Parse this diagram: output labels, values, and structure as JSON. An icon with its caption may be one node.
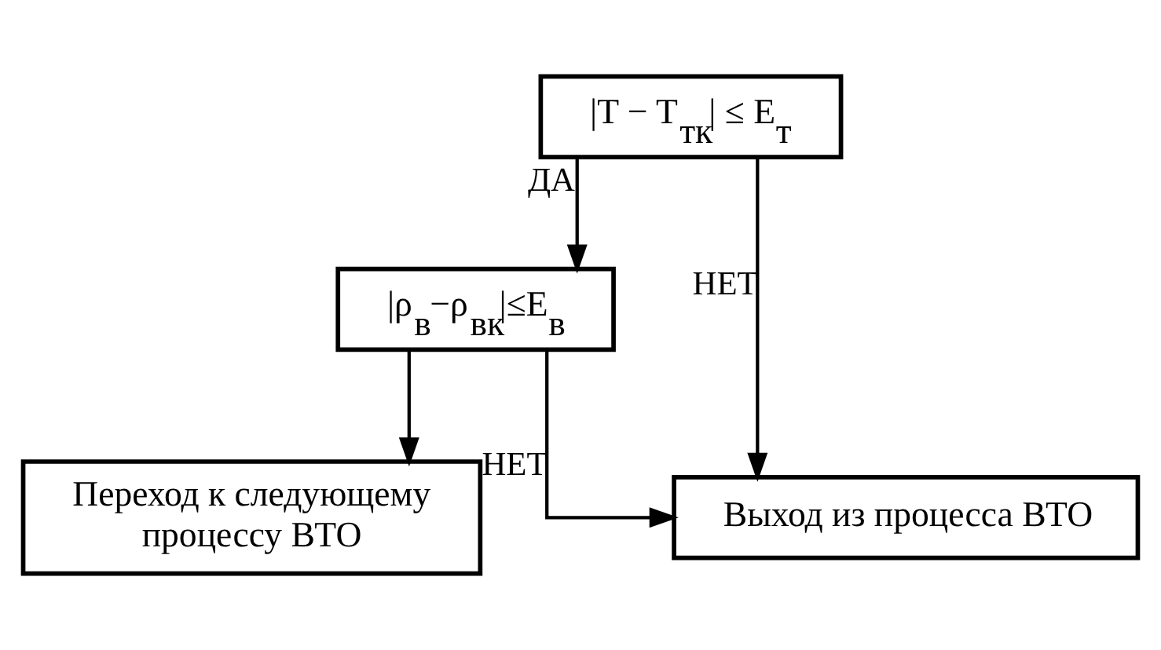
{
  "diagram": {
    "nodes": [
      {
        "text": [
          "|T − T$_{тк}$| ≤ E$_{т}$"
        ]
      },
      {
        "text": [
          "|ρ$_{в}$−ρ$_{вк}$|≤E$_{в}$"
        ]
      },
      {
        "text": [
          "Переход к следующему процессу ВТО"
        ]
      },
      {
        "text": [
          "Выход из процесса ВТО"
        ]
      }
    ],
    "edges": [
      {
        "from": 0,
        "to": 1,
        "arrow": "to",
        "label": "ДА"
      },
      {
        "from": 1,
        "to": 2,
        "arrow": "to"
      },
      {
        "from": 0,
        "to": 3,
        "arrow": "to",
        "label": "НЕТ"
      },
      {
        "from": 1,
        "to": 3,
        "arrow": "to",
        "label": "НЕТ"
      }
    ]
  }
}
